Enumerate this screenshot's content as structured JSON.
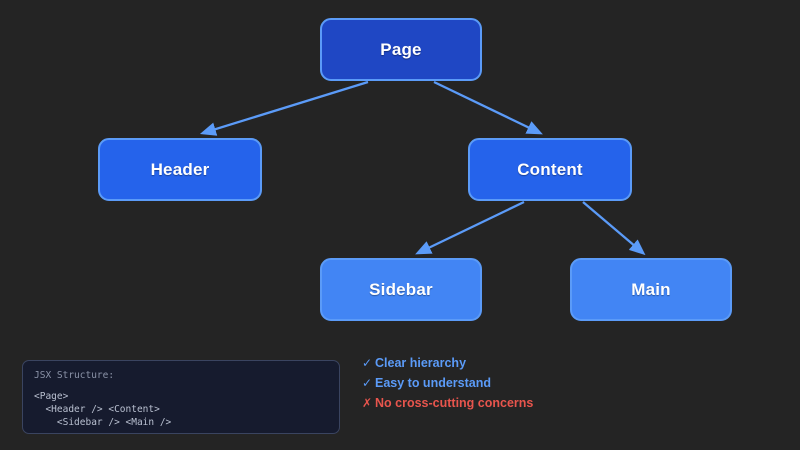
{
  "diagram": {
    "type": "tree",
    "nodes": [
      {
        "id": "page",
        "label": "Page",
        "level": 0
      },
      {
        "id": "header",
        "label": "Header",
        "level": 1
      },
      {
        "id": "content",
        "label": "Content",
        "level": 1
      },
      {
        "id": "sidebar",
        "label": "Sidebar",
        "level": 2
      },
      {
        "id": "main",
        "label": "Main",
        "level": 2
      }
    ],
    "edges": [
      {
        "from": "page",
        "to": "header"
      },
      {
        "from": "page",
        "to": "content"
      },
      {
        "from": "content",
        "to": "sidebar"
      },
      {
        "from": "content",
        "to": "main"
      }
    ]
  },
  "code_panel": {
    "title": "JSX Structure:",
    "lines": [
      "<Page>",
      "  <Header /> <Content>",
      "    <Sidebar /> <Main />"
    ]
  },
  "notes": [
    {
      "mark": "✓",
      "text": "Clear hierarchy",
      "status": "good"
    },
    {
      "mark": "✓",
      "text": "Easy to understand",
      "status": "good"
    },
    {
      "mark": "✗",
      "text": "No cross-cutting concerns",
      "status": "bad"
    }
  ],
  "colors": {
    "background": "#242424",
    "node_root": "#1f47c4",
    "node_mid": "#2563eb",
    "node_leaf": "#4285f4",
    "node_border": "#5b9bf8",
    "edge": "#5b9bf8",
    "note_good": "#5b9bf8",
    "note_bad": "#e8554d",
    "code_bg": "#161b2e"
  }
}
